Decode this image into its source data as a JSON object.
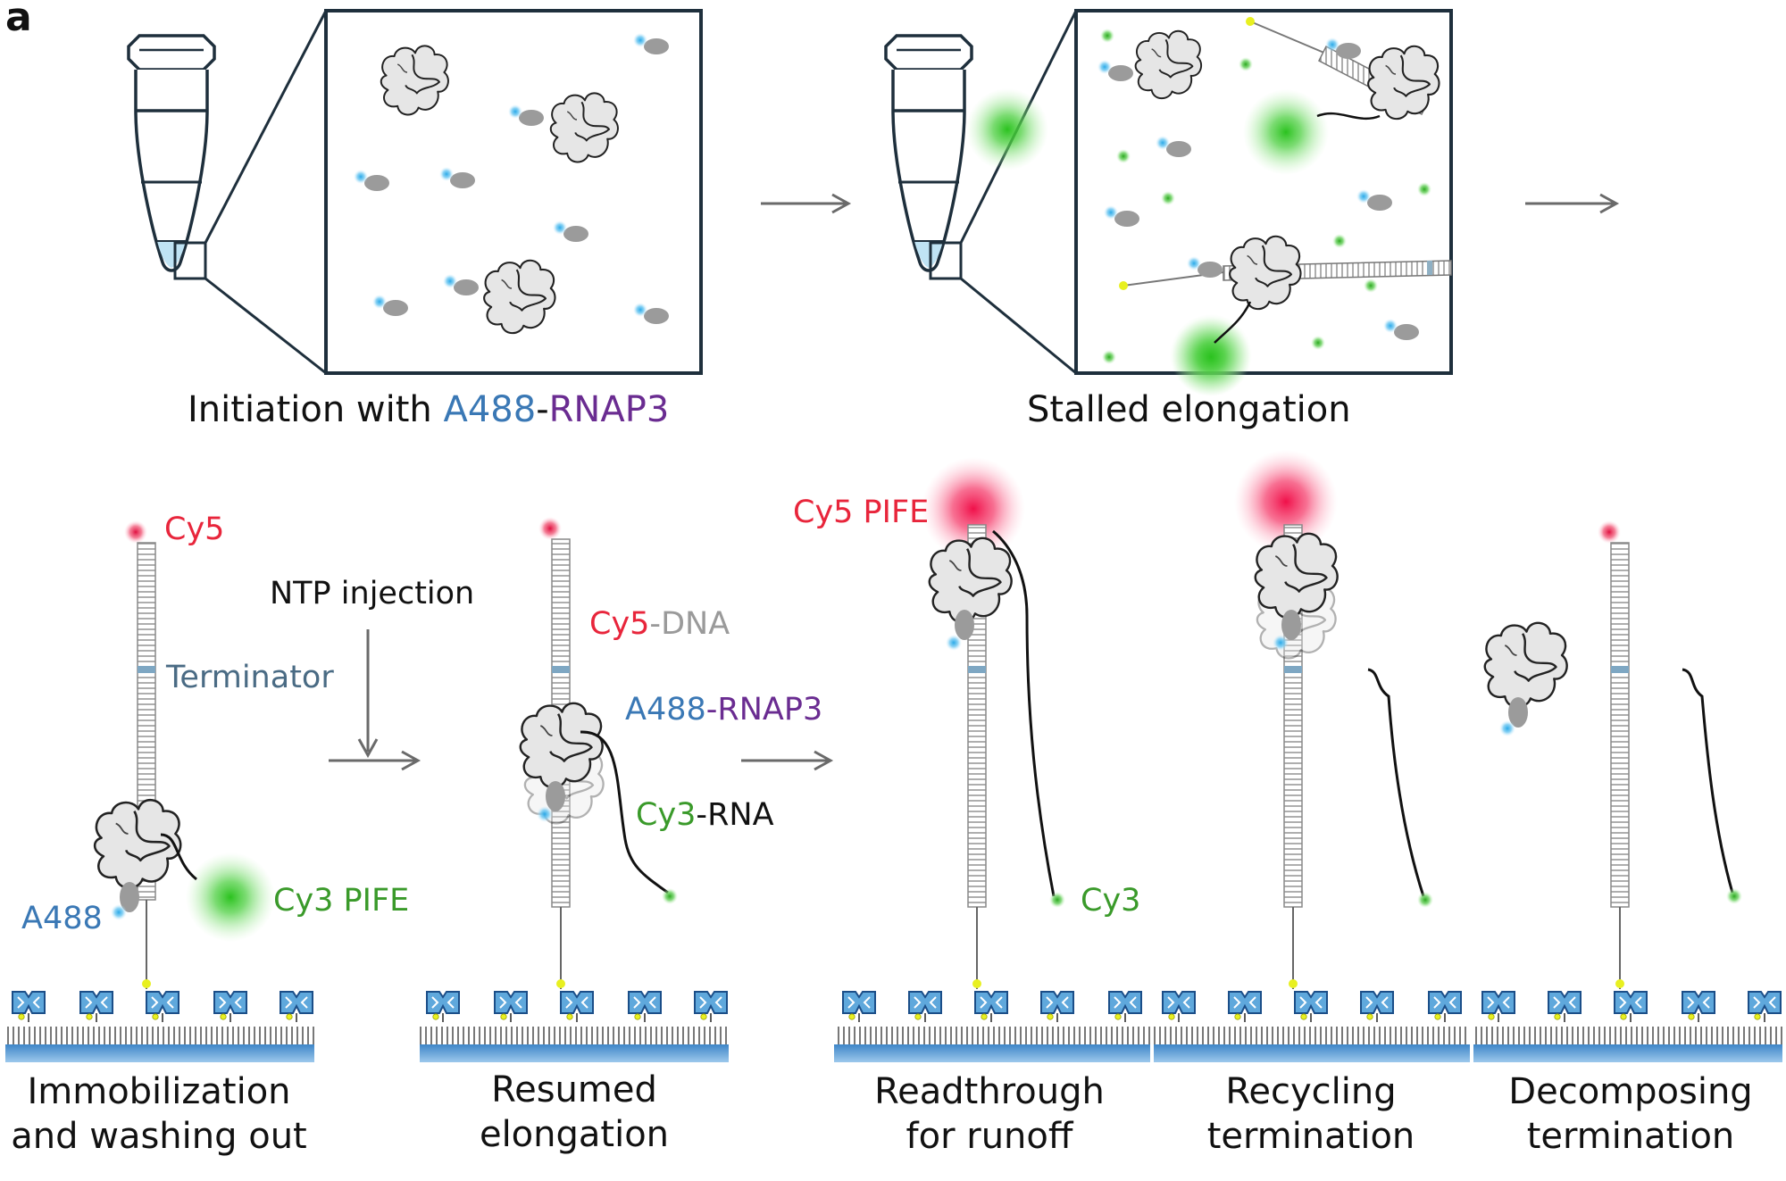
{
  "figure": {
    "panel_letter": "a",
    "colors": {
      "cy5": "#e8253b",
      "a488": "#3a78b5",
      "rnap3": "#6a2c91",
      "cy3": "#3a9a2a",
      "dna": "#9a9a9a",
      "terminator": "#4a6b84",
      "protein": "#e7e7e7",
      "surface": "#5b9bd5"
    },
    "top": {
      "initiation_caption": {
        "prefix": "Initiation with ",
        "dye": "A488",
        "sep": "-",
        "protein": "RNAP3"
      },
      "stalled_caption": "Stalled elongation"
    },
    "labels": {
      "cy5": "Cy5",
      "ntp_injection": "NTP injection",
      "terminator": "Terminator",
      "a488": "A488",
      "cy3_pife": "Cy3 PIFE",
      "cy5_dna": {
        "dye": "Cy5",
        "sep": "-",
        "mol": "DNA"
      },
      "a488_rnap3": {
        "dye": "A488",
        "sep": "-",
        "mol": "RNAP3"
      },
      "cy3_rna": {
        "dye": "Cy3",
        "sep": "-",
        "mol": "RNA"
      },
      "cy5_pife": "Cy5 PIFE",
      "cy3": "Cy3"
    },
    "stages": [
      {
        "line1": "Immobilization",
        "line2": "and washing out"
      },
      {
        "line1": "Resumed",
        "line2": "elongation"
      },
      {
        "line1": "Readthrough",
        "line2": "for runoff"
      },
      {
        "line1": "Recycling",
        "line2": "termination"
      },
      {
        "line1": "Decomposing",
        "line2": "termination"
      }
    ]
  }
}
